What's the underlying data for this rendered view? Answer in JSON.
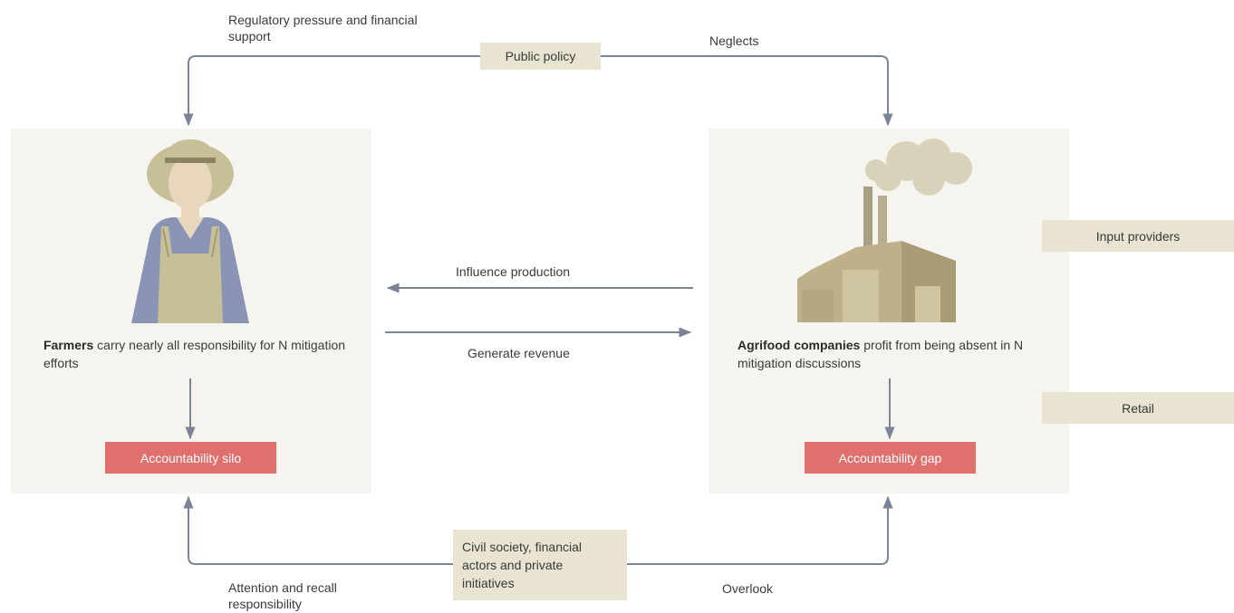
{
  "policy": {
    "label": "Public policy",
    "to_farmers": "Regulatory pressure and financial support",
    "to_companies": "Neglects"
  },
  "civil": {
    "label": "Civil society, financial actors and private initiatives",
    "to_farmers": "Attention and recall responsibility",
    "to_companies": "Overlook"
  },
  "flows": {
    "influence": "Influence production",
    "revenue": "Generate revenue"
  },
  "farmers": {
    "title": "Farmers",
    "description": " carry nearly all responsibility for N mitigation efforts",
    "badge": "Accountability silo"
  },
  "companies": {
    "title": "Agrifood companies",
    "description": " profit from being absent in N mitigation discussions",
    "badge": "Accountability gap"
  },
  "side_tags": {
    "input": "Input providers",
    "retail": "Retail"
  },
  "colors": {
    "panel": "#f6f4ee",
    "tag": "#e9e3d2",
    "badge": "#e0706e",
    "arrow": "#7b8396",
    "farmer_shirt": "#8a95b5",
    "farmer_apron": "#c6bf97",
    "factory": "#bdb08a"
  },
  "icons": {
    "farmer": "farmer-icon",
    "factory": "factory-icon"
  }
}
